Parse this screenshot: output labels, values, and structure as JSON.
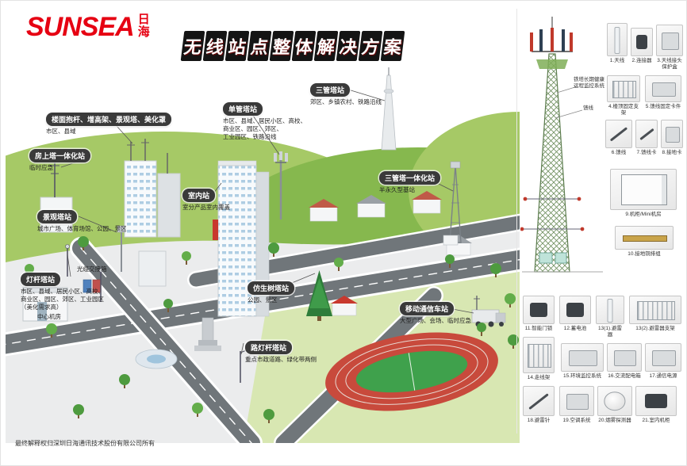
{
  "brand": {
    "name": "SUNSEA",
    "cn_top": "日",
    "cn_bottom": "海"
  },
  "title": "无线站点整体解决方案",
  "footer": "最终解释权归深圳日海通讯技术股份有限公司所有",
  "colors": {
    "brand_red": "#e60012",
    "badge_bg": "#3a3a3a",
    "hill_green_light": "#a6c966",
    "hill_green_dark": "#86b84e",
    "road_gray": "#70767a",
    "track_red": "#c84a3c",
    "field_green": "#3fa14c"
  },
  "callouts": [
    {
      "label": "楼面抱杆、增高架、景观塔、美化罩",
      "desc": "市区、县域"
    },
    {
      "label": "房上塔一体化站",
      "desc": "临时应急"
    },
    {
      "label": "单管塔站",
      "desc": "市区、县域、居民小区、高校、\n商业区、园区、郊区、\n工业园区、铁路沿线"
    },
    {
      "label": "三管塔站",
      "desc": "郊区、乡镇农村、铁路沿线"
    },
    {
      "label": "三管塔一体化站",
      "desc": "半永久型基站"
    },
    {
      "label": "室内站",
      "desc": "室分产品室内覆盖"
    },
    {
      "label": "景观塔站",
      "desc": "城市广场、体育场馆、公园、景区"
    },
    {
      "label": "灯杆塔站",
      "desc": "市区、县域、居民小区、高校、\n商业区、园区、郊区、工业园区\n（美化需求高）"
    },
    {
      "label": "仿生树塔站",
      "desc": "公园、景区"
    },
    {
      "label": "移动通信车站",
      "desc": "大型广场、会场、临时应急"
    },
    {
      "label": "路灯杆塔站",
      "desc": "重点市政道路、绿化带两侧"
    }
  ],
  "scene_labels": {
    "fiber_box": "光缆交接箱",
    "center_room": "中心机房"
  },
  "sidebar": {
    "tower_monitor_label": "铁塔长期健康\n远程监控系统",
    "feeder_label": "馈线",
    "items": [
      {
        "caption": "1.天线"
      },
      {
        "caption": "2.连接器"
      },
      {
        "caption": "3.天线接头保护盒"
      },
      {
        "caption": "4.楼顶固定支架"
      },
      {
        "caption": "5.馈线固定卡件"
      },
      {
        "caption": "6.馈线"
      },
      {
        "caption": "7.馈线卡"
      },
      {
        "caption": "8.接地卡"
      },
      {
        "caption": "9.机柜/Mini机房"
      },
      {
        "caption": "10.接地铜排组"
      },
      {
        "caption": "11.智能门锁"
      },
      {
        "caption": "12.蓄电池"
      },
      {
        "caption": "13(1).避雷器"
      },
      {
        "caption": "13(2).避雷器支架"
      },
      {
        "caption": "14.走线架"
      },
      {
        "caption": "15.环境监控系统"
      },
      {
        "caption": "16.交流配电箱"
      },
      {
        "caption": "17.通信电源"
      },
      {
        "caption": "18.避雷针"
      },
      {
        "caption": "19.空调系统"
      },
      {
        "caption": "20.烟雾探测器"
      },
      {
        "caption": "21.室内机柜"
      }
    ]
  }
}
